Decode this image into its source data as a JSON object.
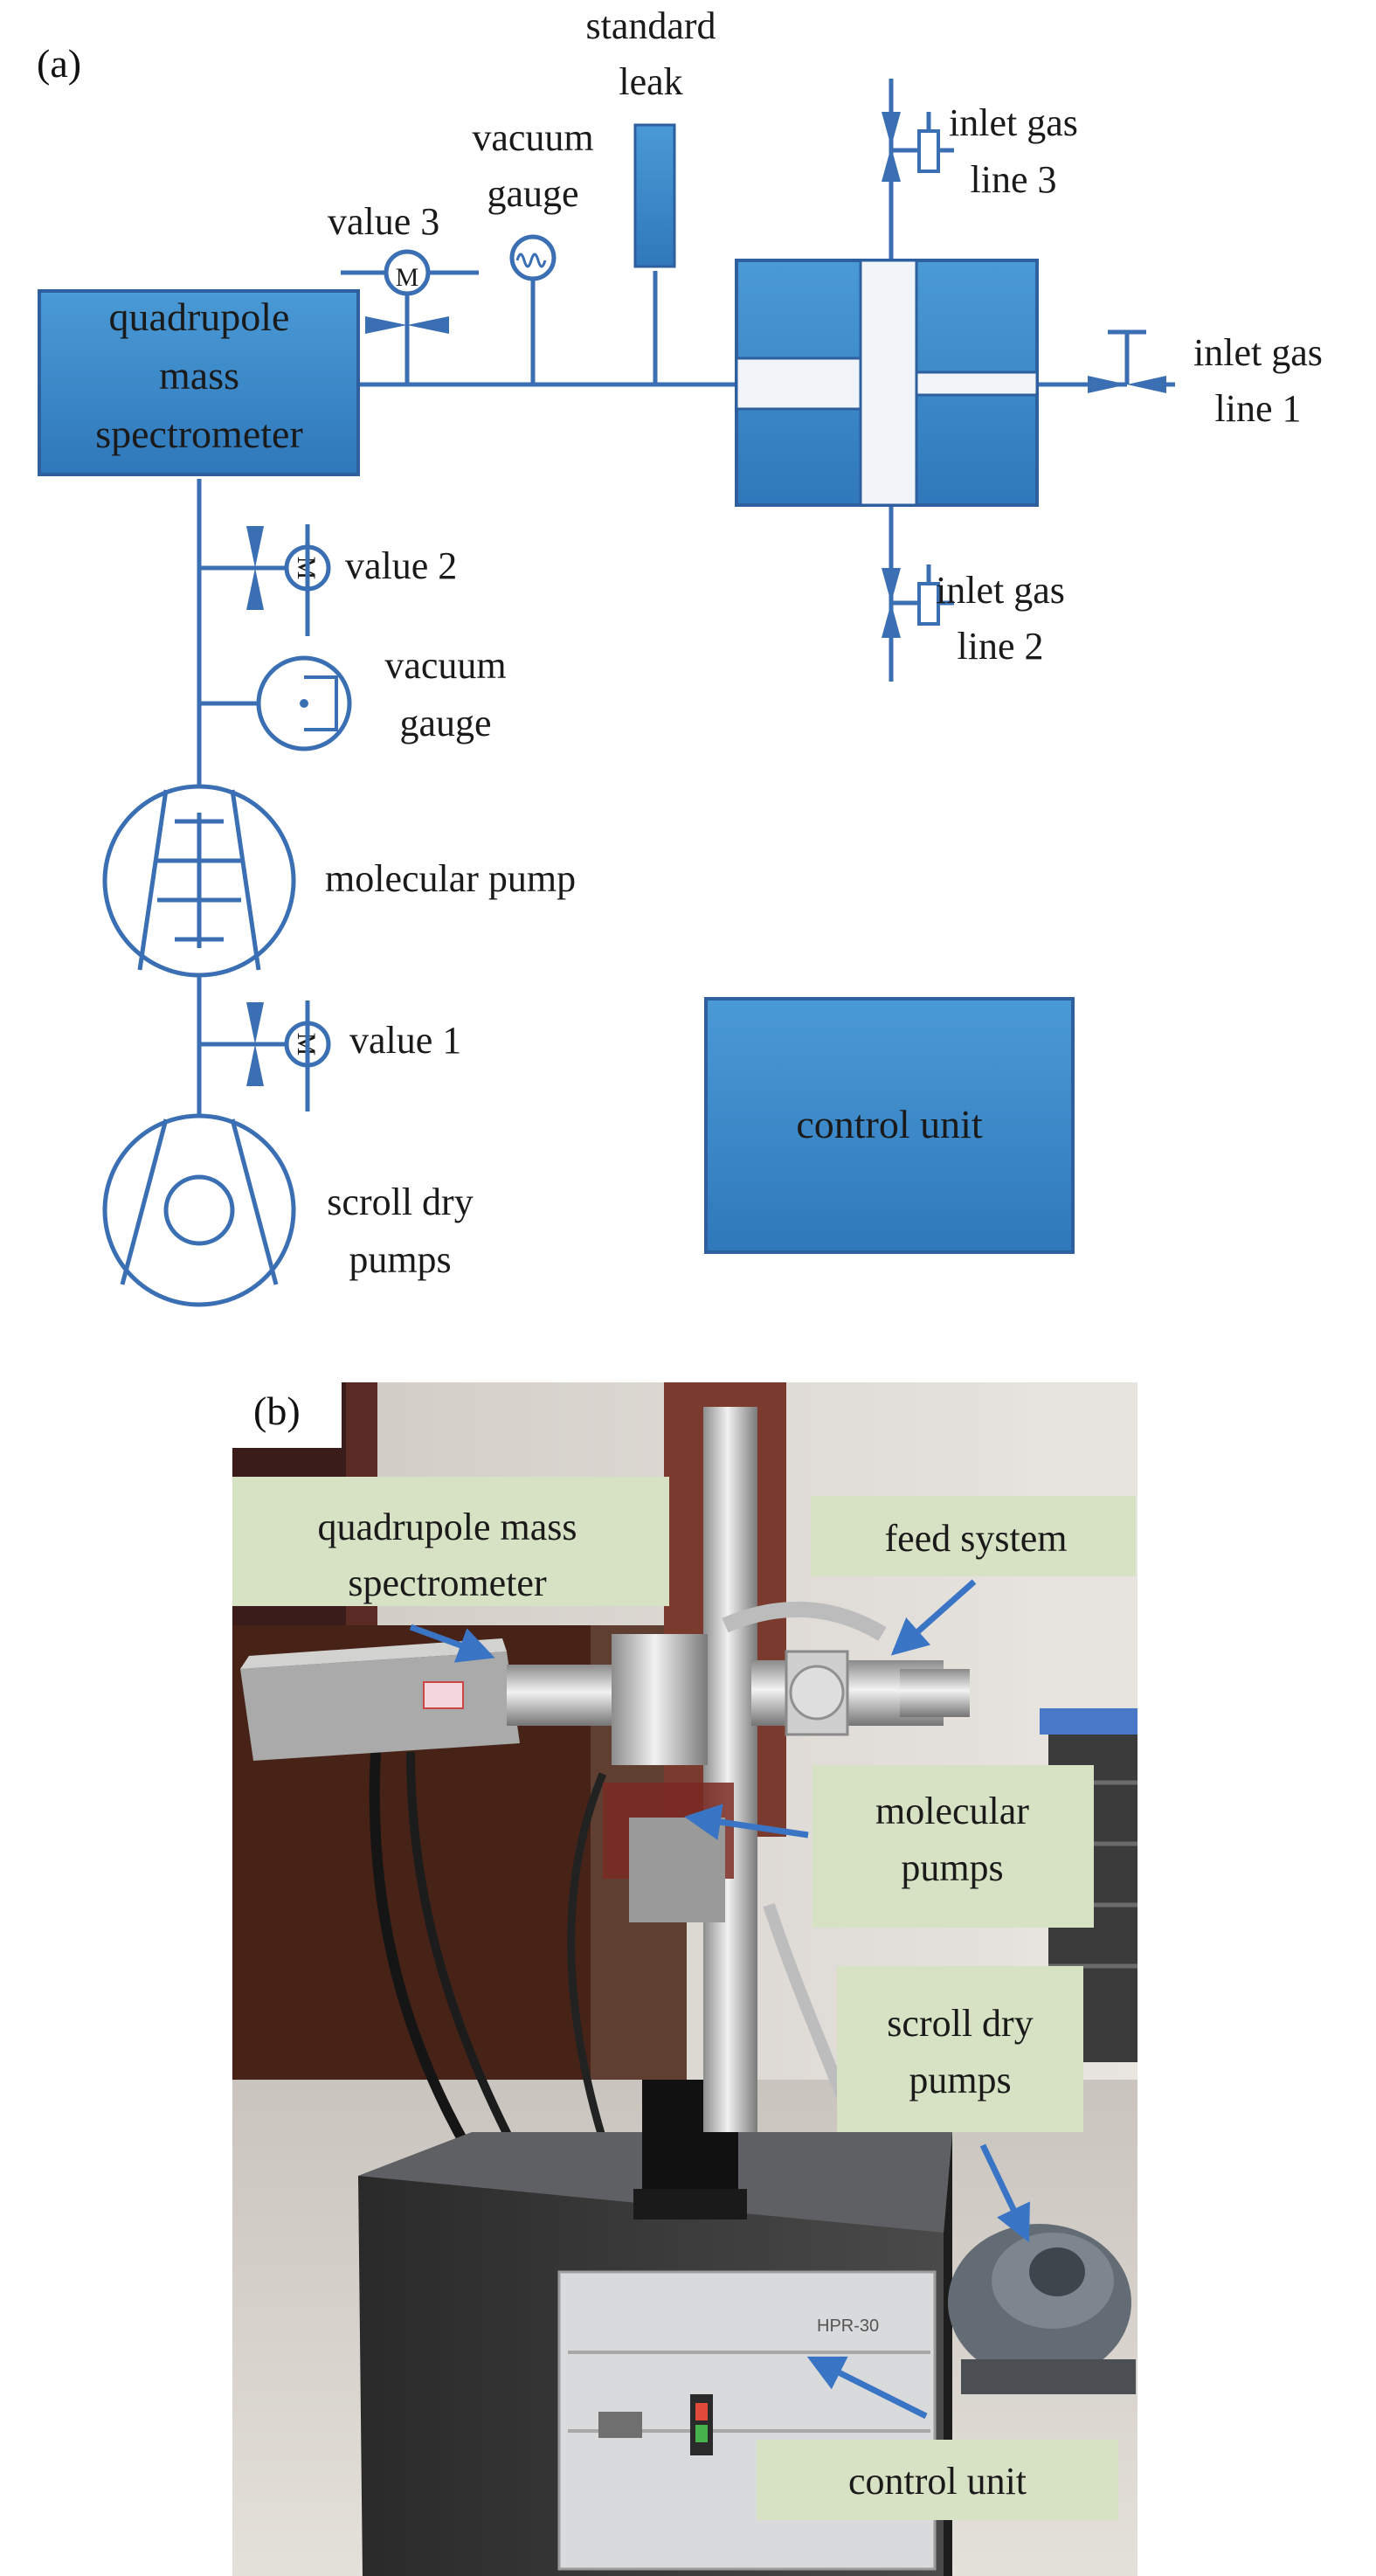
{
  "panel_a": {
    "label": "(a)",
    "components": {
      "qms": [
        "quadrupole",
        "mass",
        "spectrometer"
      ],
      "standard_leak": [
        "standard",
        "leak"
      ],
      "vacuum_gauge_top": [
        "vacuum",
        "gauge"
      ],
      "value3": "value 3",
      "value2": "value 2",
      "value1": "value 1",
      "vacuum_gauge_side": [
        "vacuum",
        "gauge"
      ],
      "molecular_pump": "molecular pump",
      "scroll_pumps": [
        "scroll dry",
        "pumps"
      ],
      "control_unit": "control unit",
      "inlet3": [
        "inlet gas",
        "line 3"
      ],
      "inlet1": [
        "inlet gas",
        "line 1"
      ],
      "inlet2": [
        "inlet gas",
        "line 2"
      ],
      "valve_symbol": "M"
    }
  },
  "panel_b": {
    "label": "(b)",
    "callouts": {
      "qms": [
        "quadrupole mass",
        "spectrometer"
      ],
      "feed": [
        "feed system"
      ],
      "molecular": [
        "molecular",
        "pumps"
      ],
      "scroll": [
        "scroll dry",
        "pumps"
      ],
      "control": [
        "control unit"
      ]
    },
    "device_nameplate": "HPR-30"
  },
  "colors": {
    "pipe": "#3a6fb4",
    "box_fill": "#3d8ccb",
    "box_stroke": "#2e5f9e",
    "callout_bg": "#d6e2c3",
    "arrow": "#3a74c4"
  }
}
